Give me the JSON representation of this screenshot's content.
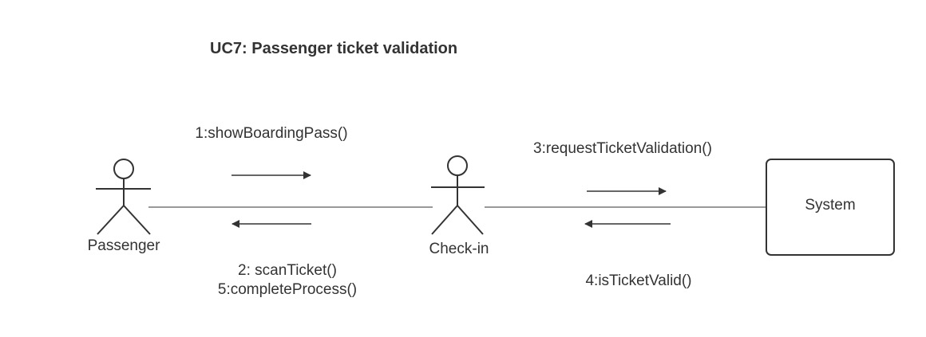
{
  "title": "UC7: Passenger ticket validation",
  "actors": [
    {
      "id": "passenger",
      "label": "Passenger",
      "type": "actor"
    },
    {
      "id": "checkin",
      "label": "Check-in",
      "type": "actor"
    }
  ],
  "objects": [
    {
      "id": "system",
      "label": "System",
      "type": "box"
    }
  ],
  "links": [
    {
      "from": "passenger",
      "to": "checkin"
    },
    {
      "from": "checkin",
      "to": "system"
    }
  ],
  "messages": {
    "show_boarding_pass": "1:showBoardingPass()",
    "scan_ticket": "2: scanTicket()",
    "complete_process": "5:completeProcess()",
    "request_validation": "3:requestTicketValidation()",
    "is_ticket_valid": "4:isTicketValid()"
  },
  "colors": {
    "line": "#333333",
    "text": "#333333",
    "background": "#ffffff"
  }
}
